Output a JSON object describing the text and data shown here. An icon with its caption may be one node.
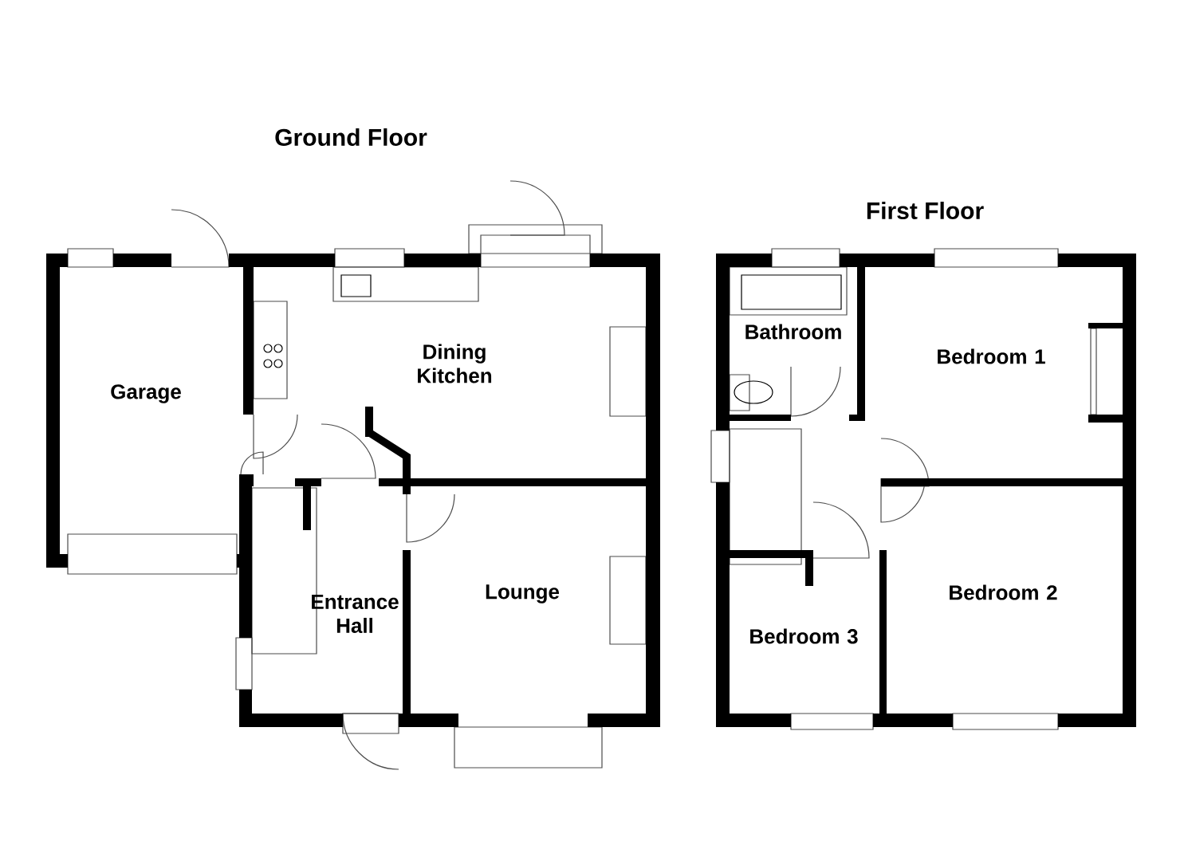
{
  "diagram": {
    "nodes": [
      {
        "text": [
          "Garage"
        ]
      },
      {
        "text": [
          "Dining Kitchen"
        ]
      },
      {
        "text": [
          "Entrance Hall"
        ]
      },
      {
        "text": [
          "Lounge"
        ]
      },
      {
        "text": [
          "Bathroom"
        ]
      },
      {
        "text": [
          "Bedroom 1"
        ]
      },
      {
        "text": [
          "Bedroom 2"
        ]
      },
      {
        "text": [
          "Bedroom 3"
        ]
      }
    ],
    "labels": [
      "Ground Floor",
      "First Floor"
    ]
  }
}
